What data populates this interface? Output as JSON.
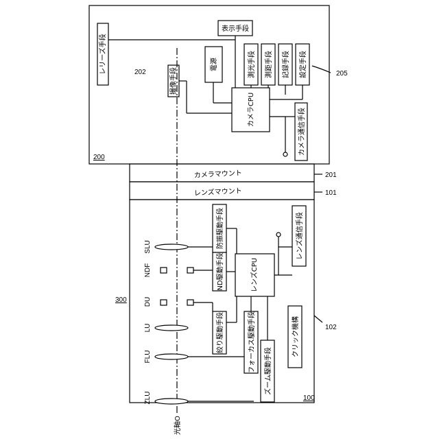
{
  "camera": {
    "ref": "200",
    "release": "レリーズ手段",
    "imaging": "撮像手段",
    "imaging_ref": "202",
    "power": "電源",
    "display": "表示手段",
    "photometry": "測光手段",
    "ranging": "測距手段",
    "recording": "記録手段",
    "setting": "設定手段",
    "cpu": "カメラCPU",
    "comm": "カメラ通信手段",
    "group_ref": "205"
  },
  "mount": {
    "camera_mount": "カメラマウント",
    "camera_mount_ref": "201",
    "lens_mount": "レンズマウント",
    "lens_mount_ref": "101"
  },
  "lens": {
    "ref": "100",
    "group_ref": "300",
    "body_ref": "102",
    "optical_axis": "光軸O",
    "elements": [
      "ZLU",
      "FLU",
      "LU",
      "DU",
      "NDF",
      "SLU"
    ],
    "aperture_drive": "絞り駆動手段",
    "nd_drive": "ND駆動手段",
    "is_drive": "防振駆動手段",
    "focus_drive": "フォーカス駆動手段",
    "zoom_drive": "ズーム駆動手段",
    "cpu": "レンズCPU",
    "comm": "レンズ通信手段",
    "click": "クリック機構"
  }
}
